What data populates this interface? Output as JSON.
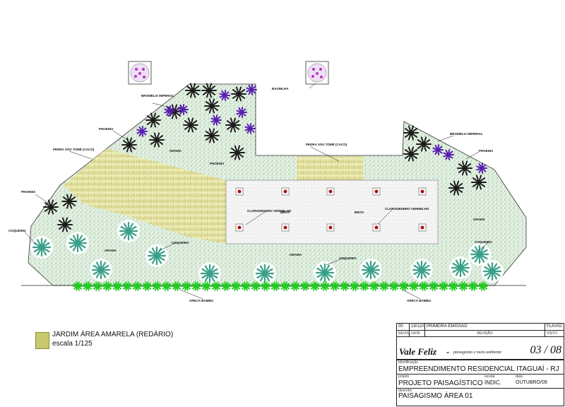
{
  "labels": {
    "bromelia_top": "BROMÉLIA IMPERIAL",
    "bromelia_right": "BROMÉLIA IMPERIAL",
    "baunilha": "BAUNILHA",
    "baunilha_left": "",
    "phoenix_1": "PHOENIX",
    "phoenix_2": "PHOENIX",
    "phoenix_3": "PHOENIX",
    "phoenix_4": "PHOENIX",
    "pedra_left": "PEDRA SÃO TOMÉ (CACO)",
    "pedra_mid": "PEDRA SÃO TOMÉ (CACO)",
    "grama_1": "GRAMA",
    "grama_2": "GRAMA",
    "grama_3": "GRAMA",
    "grama_4": "GRAMA",
    "coqueiro_1": "COQUEIRO",
    "coqueiro_2": "COQUEIRO",
    "coqueiro_3": "COQUEIRO",
    "coqueiro_4": "COQUEIRO",
    "clorodendro_1": "CLORODENDRO VERMELHO",
    "clorodendro_2": "CLORODENDRO VERMELHO",
    "brita_1": "BRITA",
    "brita_2": "BRITA",
    "areca_left": "ARECA BAMBU",
    "areca_right": "ARECA BAMBU"
  },
  "legend": {
    "title": "JARDIM ÁREA AMARELA (REDÁRIO)",
    "scale": "escala 1/125",
    "swatch_color": "#c8c86e"
  },
  "title_block": {
    "rev_num": "00",
    "rev_date": "19/12/09",
    "rev_desc": "PRIMEIRA EMISSÃO",
    "rev_author": "FLÁVIO",
    "h_revisao": "REVISÃO",
    "h_data": "DATA",
    "h_revisao2": "REVISÃO",
    "h_visto": "VISTO",
    "brand": "Vale Feliz",
    "brand_dash": "-",
    "tagline": "paisagismo e meio ambiente",
    "sheet": "03 / 08",
    "h_identificacao": "identificação",
    "identificacao": "EMPREENDIMENTO RESIDENCIAL ITAGUAÍ - RJ",
    "h_projeto": "projeto",
    "projeto": "PROJETO PAISAGÍSTICO",
    "h_escala": "escala",
    "escala": "INDIC.",
    "h_data2": "data",
    "data": "OUTUBRO/09",
    "h_desenho": "desenho",
    "desenho": "PAISAGISMO ÁREA 01"
  },
  "colors": {
    "lawn": "#dfeee0",
    "yellow": "#d8d890",
    "gravel": "#f3f3f3",
    "phoenix": "#1c1c1c",
    "bromelia": "#5a1fb0",
    "coqueiro": "#3aa08a",
    "areca": "#22cc22",
    "clorodendro": "#b01010"
  }
}
